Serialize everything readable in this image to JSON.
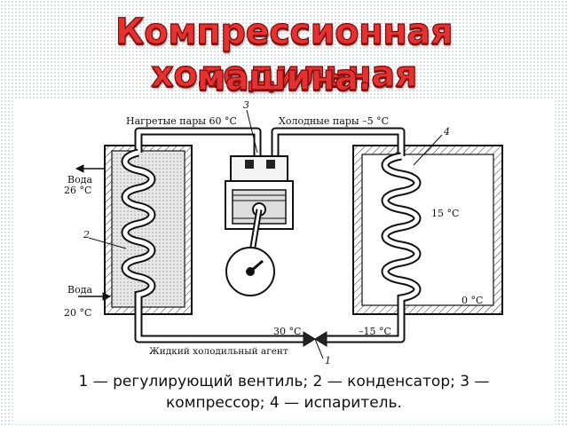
{
  "title": {
    "line1": "Компрессионная холодильная",
    "line2": "машина."
  },
  "diagram": {
    "labels": {
      "hot_vapor": "Нагретые пары 60 °С",
      "cold_vapor": "Холодные пары –5 °С",
      "water_out_1": "Вода",
      "water_out_2": "26 °С",
      "water_in_1": "Вода",
      "water_in_2": "20 °С",
      "temp_30": "30 °С",
      "temp_minus15": "–15 °С",
      "temp_15": "15 °С",
      "temp_0": "0 °С",
      "liquid_agent": "Жидкий холодильный агент",
      "num_1": "1",
      "num_2": "2",
      "num_3": "3",
      "num_4": "4"
    }
  },
  "caption": {
    "line1": "1 — регулирующий вентиль; 2 — конденсатор; 3 —",
    "line2": "компрессор; 4 — испаритель."
  },
  "colors": {
    "title_red": "#e5312f",
    "line": "#111111"
  }
}
